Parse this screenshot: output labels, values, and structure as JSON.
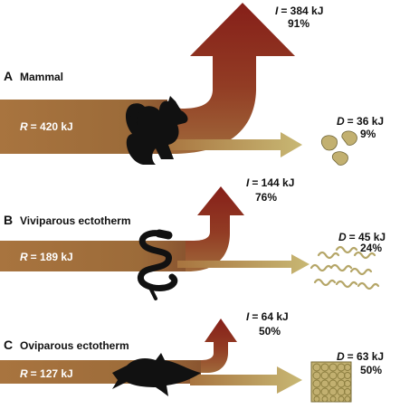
{
  "panels": [
    {
      "letter": "A",
      "name": "Mammal",
      "R": {
        "var": "R",
        "value": "= 420 kJ"
      },
      "I": {
        "var": "I",
        "value": "= 384 kJ",
        "pct": "91%"
      },
      "D": {
        "var": "D",
        "value": "= 36 kJ",
        "pct": "9%"
      },
      "animal": "squirrel-silhouette",
      "offspring": "neonate-pups"
    },
    {
      "letter": "B",
      "name": "Viviparous ectotherm",
      "R": {
        "var": "R",
        "value": "= 189 kJ"
      },
      "I": {
        "var": "I",
        "value": "= 144 kJ",
        "pct": "76%"
      },
      "D": {
        "var": "D",
        "value": "= 45 kJ",
        "pct": "24%"
      },
      "animal": "snake-silhouette",
      "offspring": "neonate-snakes"
    },
    {
      "letter": "C",
      "name": "Oviparous ectotherm",
      "R": {
        "var": "R",
        "value": "= 127 kJ"
      },
      "I": {
        "var": "I",
        "value": "= 64 kJ",
        "pct": "50%"
      },
      "D": {
        "var": "D",
        "value": "= 63 kJ",
        "pct": "50%"
      },
      "animal": "fish-silhouette",
      "offspring": "egg-mass"
    }
  ],
  "colors": {
    "input_band": "#a8743f",
    "indirect_arrow": "#8e2a1d",
    "direct_arrow": "#c2b070",
    "offspring": "#c2b070",
    "text": "#111111",
    "label_light": "#ffffff"
  }
}
